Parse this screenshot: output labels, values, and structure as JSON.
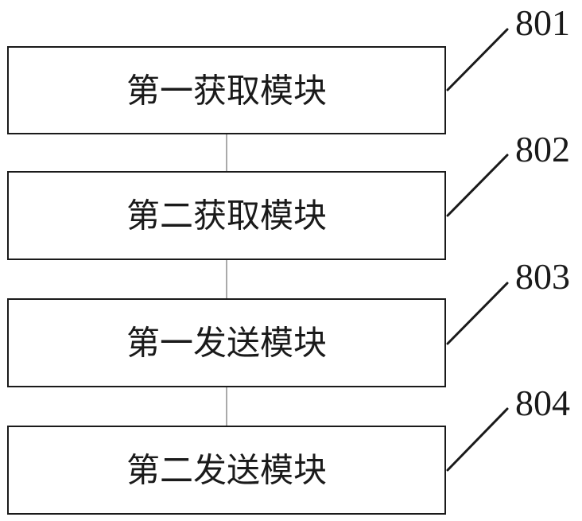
{
  "modules": [
    {
      "label": "第一获取模块",
      "ref": "801"
    },
    {
      "label": "第二获取模块",
      "ref": "802"
    },
    {
      "label": "第一发送模块",
      "ref": "803"
    },
    {
      "label": "第二发送模块",
      "ref": "804"
    }
  ],
  "colors": {
    "stroke": "#1a1a1a",
    "connector": "#555555",
    "background": "#ffffff"
  }
}
